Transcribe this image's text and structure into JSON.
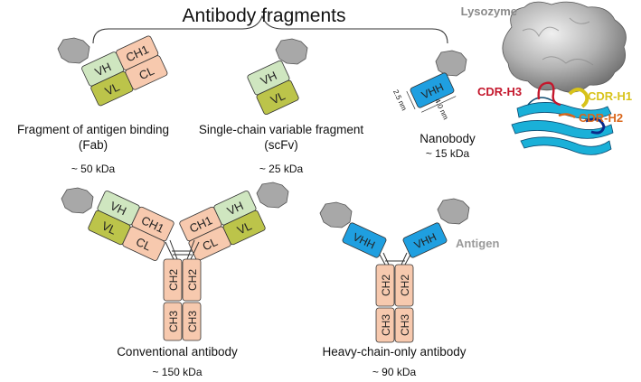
{
  "title": "Antibody fragments",
  "fab": {
    "label1": "Fragment of antigen binding",
    "label2": "(Fab)",
    "mass": "~ 50 kDa",
    "domains": {
      "vh": "VH",
      "vl": "VL",
      "ch1": "CH1",
      "cl": "CL"
    }
  },
  "scfv": {
    "label1": "Single-chain variable fragment",
    "label2": "(scFv)",
    "mass": "~ 25 kDa",
    "domains": {
      "vh": "VH",
      "vl": "VL"
    }
  },
  "nanobody": {
    "label": "Nanobody",
    "mass": "~ 15 kDa",
    "domain": "VHH",
    "dim_width": "2.5 nm",
    "dim_length": "4.0 nm"
  },
  "conventional": {
    "label": "Conventional antibody",
    "mass": "~ 150 kDa",
    "domains": {
      "vh": "VH",
      "vl": "VL",
      "ch1": "CH1",
      "cl": "CL",
      "ch2": "CH2",
      "ch3": "CH3"
    }
  },
  "heavy_chain": {
    "label": "Heavy-chain-only antibody",
    "mass": "~ 90 kDa",
    "domains": {
      "vhh": "VHH",
      "ch2": "CH2",
      "ch3": "CH3"
    }
  },
  "antigen_label": "Antigen",
  "structure": {
    "lysozyme": "Lysozyme",
    "cdr_h1": "CDR-H1",
    "cdr_h2": "CDR-H2",
    "cdr_h3": "CDR-H3"
  },
  "colors": {
    "vh": "#cfe6c0",
    "vl": "#bcc44a",
    "const": "#f7c9ae",
    "vhh": "#1f9fe0",
    "antigen": "#a8a8a8",
    "outline": "#333333",
    "cdr_h1": "#d8c31a",
    "cdr_h2": "#d9661a",
    "cdr_h3": "#c4172c",
    "antigen_text": "#9a9a9a"
  }
}
